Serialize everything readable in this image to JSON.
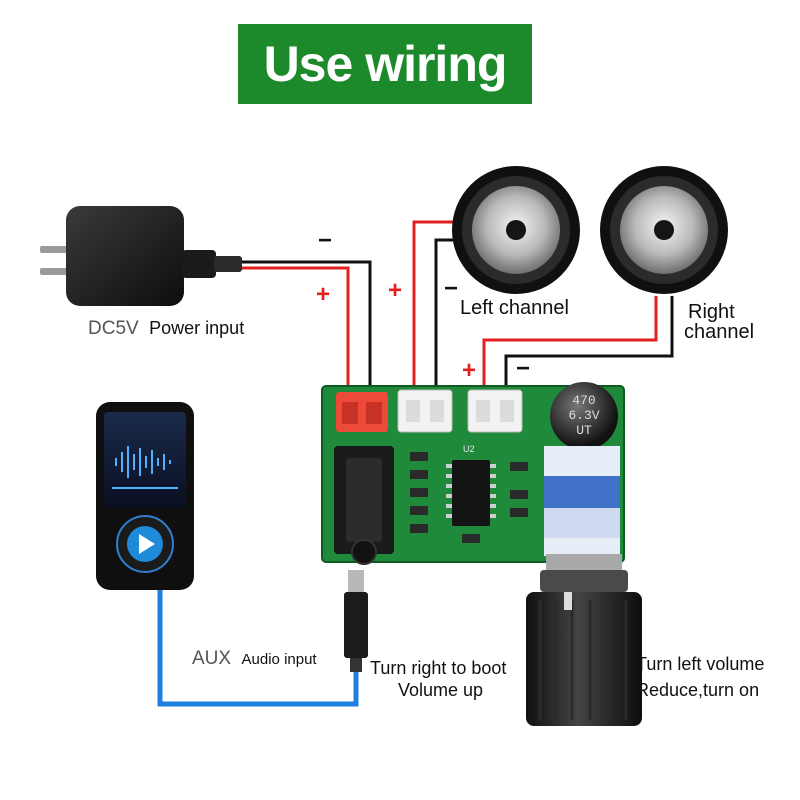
{
  "title": "Use wiring",
  "labels": {
    "power": {
      "prefix": "DC5V",
      "text": "Power input"
    },
    "aux": {
      "prefix": "AUX",
      "text": "Audio input"
    },
    "left_channel": "Left channel",
    "right_channel": [
      "Right",
      "channel"
    ],
    "turn_right": [
      "Turn right to boot",
      "Volume up"
    ],
    "turn_left": [
      "Turn left volume",
      "Reduce,turn on"
    ]
  },
  "polarity": {
    "plus": "+",
    "minus": "−"
  },
  "capacitor": [
    "470",
    "6.3V",
    "UT"
  ],
  "chip_label": "U2",
  "colors": {
    "banner": "#1c8a2a",
    "wire_red": "#e02020",
    "wire_black": "#111111",
    "cable_blue": "#1f7fe0",
    "pcb": "#1f8a3a"
  }
}
